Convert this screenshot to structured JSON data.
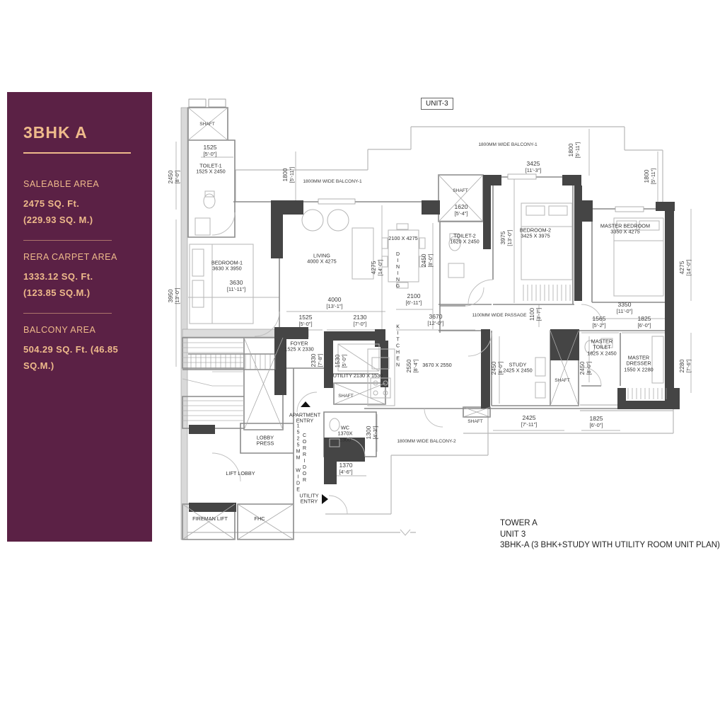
{
  "sidebar": {
    "title": "3BHK A",
    "colors": {
      "background": "#5b2145",
      "accent": "#eeba8b"
    },
    "sections": [
      {
        "label": "SALEABLE AREA",
        "line1": "2475 SQ. Ft.",
        "line2": "(229.93 SQ. M.)"
      },
      {
        "label": "RERA CARPET AREA",
        "line1": "1333.12 SQ. Ft.",
        "line2": "(123.85 SQ.M.)"
      },
      {
        "label": "BALCONY AREA",
        "line1": "504.29 SQ. Ft. (46.85",
        "line2": "SQ.M.)"
      }
    ]
  },
  "plan": {
    "unit_tag": "UNIT-3",
    "shaft": "SHAFT",
    "balcony1": "1800MM WIDE BALCONY-1",
    "balcony2": "1800MM WIDE BALCONY-2",
    "passage": "1100MM WIDE PASSAGE",
    "corridor_l1": "1525MM WIDE",
    "corridor_l2": "CORRIDOR",
    "kitchen_label": "KITCHEN",
    "dining_label": "DINING",
    "rooms": {
      "toilet1": {
        "name": "TOILET-1",
        "size": "1525 X 2450"
      },
      "bedroom1": {
        "name": "BEDROOM-1",
        "size": "3630 X 3950"
      },
      "living": {
        "name": "LIVING",
        "size": "4000 X 4275"
      },
      "dining_table": {
        "size": "2100 X 4275"
      },
      "toilet2": {
        "name": "TOILET-2",
        "size": "1620 X 2450"
      },
      "bedroom2": {
        "name": "BEDROOM-2",
        "size": "3425 X 3975"
      },
      "master_bedroom": {
        "name": "MASTER BEDROOM",
        "size": "3350 X 4275"
      },
      "master_toilet": {
        "name1": "MASTER",
        "name2": "TOILET",
        "size": "1825 X 2450"
      },
      "master_dresser": {
        "name1": "MASTER",
        "name2": "DRESSER",
        "size": "1550 X 2280"
      },
      "study": {
        "name": "STUDY",
        "size": "2425 X 2450"
      },
      "foyer": {
        "name": "FOYER",
        "size": "1525 X 2330"
      },
      "utility": {
        "label": "UTILITY 2130 X 1530"
      },
      "kitchen": {
        "size": "3670 X 2550"
      },
      "wc": {
        "name": "WC",
        "size1": "1370X",
        "size2": "1300"
      },
      "lobby_press": {
        "l1": "LOBBY",
        "l2": "PRESS"
      },
      "lift_lobby": "LIFT LOBBY",
      "fireman_lift": "FIREMAN LIFT",
      "fhc": "FHC"
    },
    "entries": {
      "apartment_l1": "APARTMENT",
      "apartment_l2": "ENTRY",
      "utility_l1": "UTILITY",
      "utility_l2": "ENTRY"
    },
    "dims": [
      {
        "mm": "1525",
        "ft": "[5'-0\"]"
      },
      {
        "mm": "2450",
        "ft": "[8'-0\"]"
      },
      {
        "mm": "3950",
        "ft": "[13'-0\"]"
      },
      {
        "mm": "1800",
        "ft": "[5'-11\"]"
      },
      {
        "mm": "3425",
        "ft": "[11'-3\"]"
      },
      {
        "mm": "1800",
        "ft": "[5'-11\"]"
      },
      {
        "mm": "1800",
        "ft": "[5'-11\"]"
      },
      {
        "mm": "1620",
        "ft": "[5'-4\"]"
      },
      {
        "mm": "3975",
        "ft": "[13'-0\"]"
      },
      {
        "mm": "2450",
        "ft": "[8'-0\"]"
      },
      {
        "mm": "4275",
        "ft": "[14'-0\"]"
      },
      {
        "mm": "4275",
        "ft": "[14'-0\"]"
      },
      {
        "mm": "3630",
        "ft": "[11'-11\"]"
      },
      {
        "mm": "4000",
        "ft": "[13'-1\"]"
      },
      {
        "mm": "2100",
        "ft": "[6'-11\"]"
      },
      {
        "mm": "1525",
        "ft": "[5'-0\"]"
      },
      {
        "mm": "2130",
        "ft": "[7'-0\"]"
      },
      {
        "mm": "3670",
        "ft": "[12'-0\"]"
      },
      {
        "mm": "1100",
        "ft": "[3'-7\"]"
      },
      {
        "mm": "3350",
        "ft": "[11'-0\"]"
      },
      {
        "mm": "1565",
        "ft": "[5'-2\"]"
      },
      {
        "mm": "1825",
        "ft": "[6'-0\"]"
      },
      {
        "mm": "2330",
        "ft": "[7'-8\"]"
      },
      {
        "mm": "1530",
        "ft": "[5'-0\"]"
      },
      {
        "mm": "2550",
        "ft": "[8'-4\"]"
      },
      {
        "mm": "2450",
        "ft": "[8'-0\"]"
      },
      {
        "mm": "2450",
        "ft": "[8'-0\"]"
      },
      {
        "mm": "2280",
        "ft": "[7'-6\"]"
      },
      {
        "mm": "1300",
        "ft": "[4'-3\"]"
      },
      {
        "mm": "1370",
        "ft": "[4'-6\"]"
      },
      {
        "mm": "2425",
        "ft": "[7'-11\"]"
      },
      {
        "mm": "1825",
        "ft": "[6'-0\"]"
      }
    ],
    "title_block": {
      "line1": "TOWER A",
      "line2": "UNIT 3",
      "line3": "3BHK-A (3 BHK+STUDY WITH UTILITY ROOM UNIT PLAN)"
    }
  }
}
